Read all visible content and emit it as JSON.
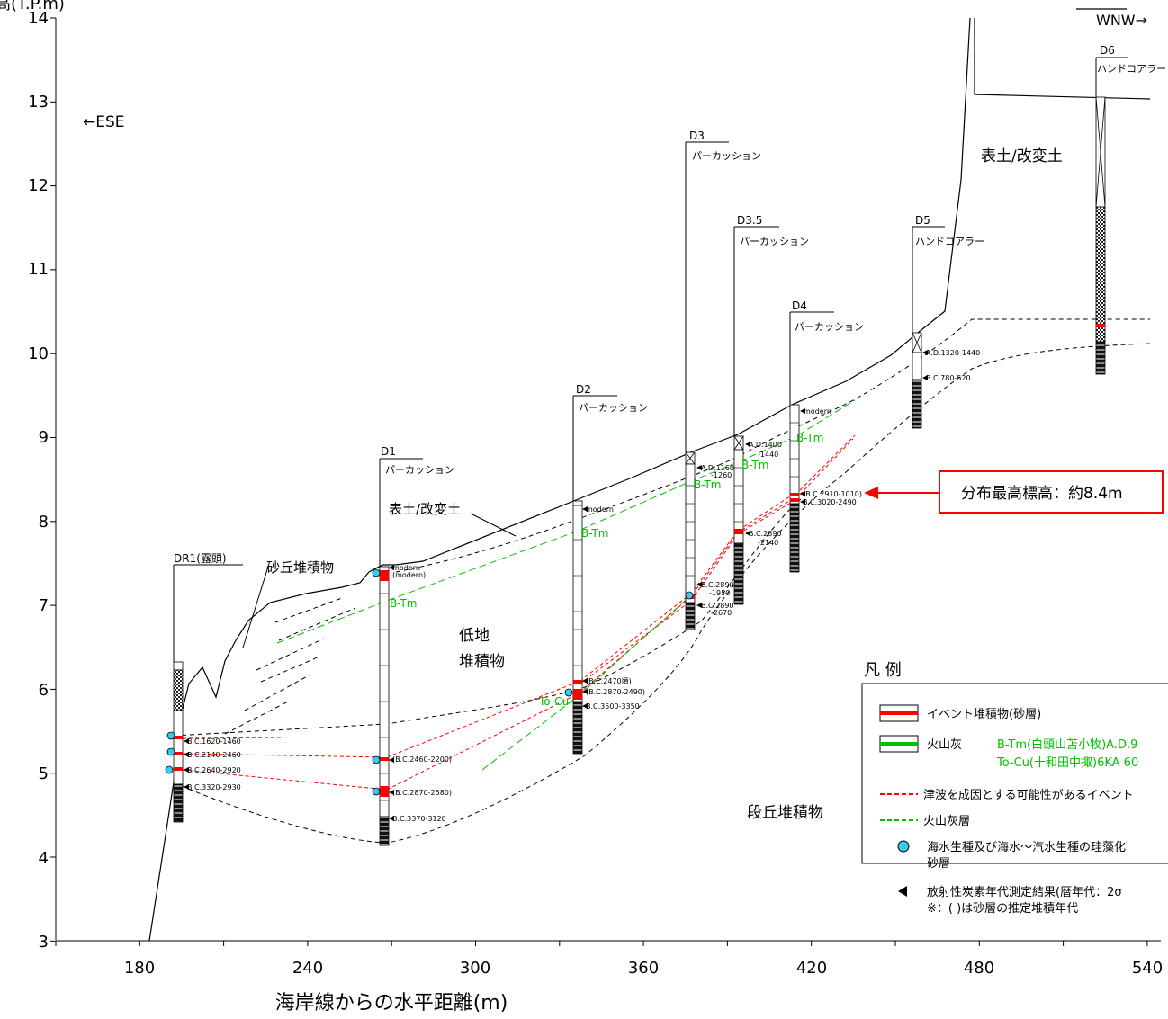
{
  "y_axis": {
    "unit_label": "高(T.P.m)",
    "ticks": [
      "14",
      "13",
      "12",
      "11",
      "10",
      "9",
      "8",
      "7",
      "6",
      "5",
      "4",
      "3"
    ],
    "range": [
      3,
      14
    ]
  },
  "x_axis": {
    "title": "海岸線からの水平距離(m)",
    "ticks": [
      "180",
      "240",
      "300",
      "360",
      "420",
      "480",
      "540"
    ],
    "range": [
      146,
      546
    ]
  },
  "directions": {
    "left": "←ESE",
    "right": "WNW→"
  },
  "geology_labels": {
    "dune": "砂丘堆積物",
    "topsoil_mid": "表土/改変土",
    "topsoil_upper": "表土/改変土",
    "lowland_1": "低地",
    "lowland_2": "堆積物",
    "terrace": "段丘堆積物"
  },
  "callout": {
    "text": "分布最高標高：約8.4m",
    "color": "#ff0000"
  },
  "cores": [
    {
      "name": "DR1(露頭)",
      "method": ""
    },
    {
      "name": "D1",
      "method": "パーカッション"
    },
    {
      "name": "D2",
      "method": "パーカッション"
    },
    {
      "name": "D3",
      "method": "パーカッション"
    },
    {
      "name": "D3.5",
      "method": "パーカッション"
    },
    {
      "name": "D4",
      "method": "パーカッション"
    },
    {
      "name": "D5",
      "method": "ハンドコアラー"
    },
    {
      "name": "D6",
      "method": "ハンドコアラー"
    }
  ],
  "ash_labels": {
    "btm": "B-Tm",
    "tocu": "To-Cu"
  },
  "dates": {
    "dr1": [
      "B.C.1620-1460",
      "B.C.2140-2460",
      "B.C.2640-2920",
      "B.C.3320-2930"
    ],
    "d1": [
      "modern",
      "(modern)",
      "(B.C.2460-2200)",
      "(B.C.2870-2580)",
      "B.C.3370-3120"
    ],
    "d2": [
      "modern",
      "(B.C.2470頃)",
      "(B.C.2870-2490)",
      "B.C.3500-3350"
    ],
    "d3": [
      "A.D.1160",
      "-1260",
      "B.C.2890",
      "-1950",
      "B.C.2890",
      "-2670"
    ],
    "d35": [
      "A.D.1400",
      "-1440",
      "B.C.2890",
      "-2140"
    ],
    "d4": [
      "modern",
      "(B.C.2910-1010)",
      "B.C.3020-2490"
    ],
    "d5": [
      "A.D.1320-1440",
      "B.C.780-520"
    ]
  },
  "legend": {
    "title": "凡 例",
    "items": [
      {
        "text": "イベント堆積物(砂層)"
      },
      {
        "text": "火山灰",
        "extra1": "B-Tm(白頭山苫小牧)A.D.9",
        "extra2": "To-Cu(十和田中掫)6KA 60"
      },
      {
        "text": "津波を成因とする可能性があるイベント"
      },
      {
        "text": "火山灰層"
      },
      {
        "text": "海水生種及び海水～汽水生種の珪藻化",
        "extra1": "砂層"
      },
      {
        "text": "放射性炭素年代測定結果(暦年代：2σ",
        "extra1": "※：( )は砂層の推定堆積年代"
      }
    ]
  },
  "colors": {
    "event": "#ff0000",
    "ash": "#00c000",
    "diatom": "#33ccee",
    "line": "#000000"
  }
}
